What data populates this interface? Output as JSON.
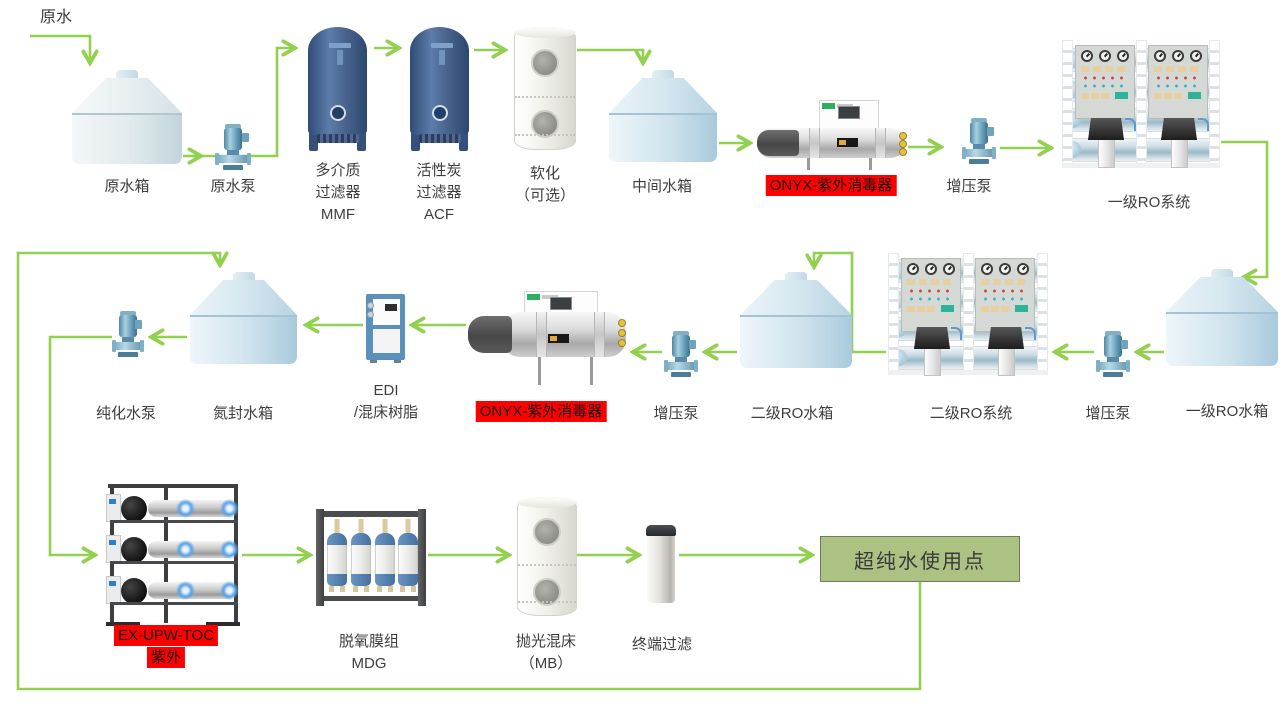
{
  "diagram": {
    "type": "process-flow",
    "subject": "ultrapure-water-system",
    "colors": {
      "pipe_arrow": "#92d050",
      "highlight_red": "#ff0000",
      "poi_fill": "#abc283",
      "poi_border": "#6f7a58",
      "label_text": "#3d3d3d"
    },
    "flow_edges": [
      {
        "from": "原水",
        "to": "原水箱"
      },
      {
        "from": "原水箱",
        "to": "原水泵"
      },
      {
        "from": "原水泵",
        "to": "多介质过滤器 MMF"
      },
      {
        "from": "多介质过滤器 MMF",
        "to": "活性炭过滤器 ACF"
      },
      {
        "from": "活性炭过滤器 ACF",
        "to": "软化（可选）"
      },
      {
        "from": "软化（可选）",
        "to": "中间水箱"
      },
      {
        "from": "中间水箱",
        "to": "ONYX-紫外消毒器"
      },
      {
        "from": "ONYX-紫外消毒器",
        "to": "增压泵"
      },
      {
        "from": "增压泵",
        "to": "一级RO系统"
      },
      {
        "from": "一级RO系统",
        "to": "一级RO水箱"
      },
      {
        "from": "一级RO水箱",
        "to": "增压泵"
      },
      {
        "from": "增压泵",
        "to": "二级RO系统"
      },
      {
        "from": "二级RO系统",
        "to": "二级RO水箱"
      },
      {
        "from": "二级RO水箱",
        "to": "增压泵"
      },
      {
        "from": "增压泵",
        "to": "ONYX-紫外消毒器"
      },
      {
        "from": "ONYX-紫外消毒器",
        "to": "EDI/混床树脂"
      },
      {
        "from": "EDI/混床树脂",
        "to": "氮封水箱"
      },
      {
        "from": "氮封水箱",
        "to": "纯化水泵"
      },
      {
        "from": "纯化水泵",
        "to": "EX-UPW-TOC 紫外"
      },
      {
        "from": "EX-UPW-TOC 紫外",
        "to": "脱氧膜组 MDG"
      },
      {
        "from": "脱氧膜组 MDG",
        "to": "抛光混床（MB）"
      },
      {
        "from": "抛光混床（MB）",
        "to": "终端过滤"
      },
      {
        "from": "终端过滤",
        "to": "超纯水使用点"
      },
      {
        "from": "超纯水使用点",
        "to": "氮封水箱"
      }
    ]
  },
  "labels": {
    "raw_water": "原水",
    "raw_water_tank": "原水箱",
    "raw_water_pump": "原水泵",
    "mmf": [
      "多介质",
      "过滤器",
      "MMF"
    ],
    "acf": [
      "活性炭",
      "过滤器",
      "ACF"
    ],
    "softener": [
      "软化",
      "（可选）"
    ],
    "intermediate_tank": "中间水箱",
    "uv1": "ONYX-紫外消毒器",
    "booster_pump1": "增压泵",
    "ro1_system": "一级RO系统",
    "ro1_tank": "一级RO水箱",
    "booster_pump2": "增压泵",
    "ro2_system": "二级RO系统",
    "ro2_tank": "二级RO水箱",
    "booster_pump3": "增压泵",
    "uv2": "ONYX-紫外消毒器",
    "edi": [
      "EDI",
      "/混床树脂"
    ],
    "nitrogen_tank": "氮封水箱",
    "purified_pump": "纯化水泵",
    "toc_uv": [
      "EX-UPW-TOC",
      "紫外"
    ],
    "mdg": [
      "脱氧膜组",
      "MDG"
    ],
    "mb": [
      "抛光混床",
      "（MB）"
    ],
    "final_filter": "终端过滤",
    "poi": "超纯水使用点"
  }
}
